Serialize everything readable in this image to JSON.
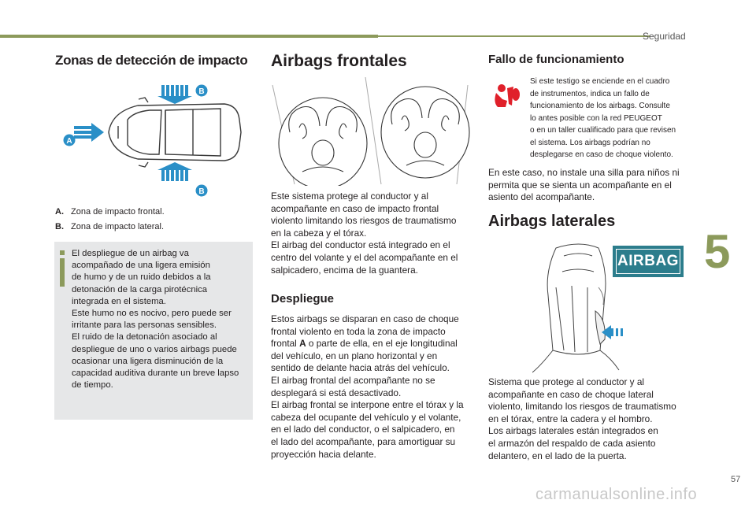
{
  "header": {
    "section": "Seguridad"
  },
  "chapter_number": "5",
  "page_number": "57",
  "watermark": "carmanualsonline.info",
  "col1": {
    "title": "Zonas de detección de impacto",
    "diagram_labels": {
      "a": "A",
      "b_top": "B",
      "b_bottom": "B"
    },
    "legend": [
      {
        "key": "A.",
        "text": "Zona de impacto frontal."
      },
      {
        "key": "B.",
        "text": "Zona de impacto lateral."
      }
    ],
    "note_lines": [
      "El despliegue de un airbag va",
      "acompañado de una ligera emisión",
      "de humo y de un ruido debidos a la",
      "detonación de la carga pirotécnica",
      "integrada en el sistema.",
      "Este humo no es nocivo, pero puede ser",
      "irritante para las personas sensibles.",
      "El ruido de la detonación asociado al",
      "despliegue de uno o varios airbags puede",
      "ocasionar una ligera disminución de la",
      "capacidad auditiva durante un breve lapso",
      "de tiempo."
    ]
  },
  "col2": {
    "title": "Airbags frontales",
    "intro_lines": [
      "Este sistema protege al conductor y al",
      "acompañante en caso de impacto frontal",
      "violento limitando los riesgos de traumatismo",
      "en la cabeza y el tórax.",
      "El airbag del conductor está integrado en el",
      "centro del volante y el del acompañante en el",
      "salpicadero, encima de la guantera."
    ],
    "deploy_title": "Despliegue",
    "deploy_lines": [
      "Estos airbags se disparan en caso de choque",
      "frontal violento en toda la zona de impacto",
      "frontal A o parte de ella, en el eje longitudinal",
      "del vehículo, en un plano horizontal y en",
      "sentido de delante hacia atrás del vehículo.",
      "El airbag frontal del acompañante no se",
      "desplegará si está desactivado.",
      "El airbag frontal se interpone entre el tórax y la",
      "cabeza del ocupante del vehículo y el volante,",
      "en el lado del conductor, o el salpicadero, en",
      "el lado del acompañante, para amortiguar su",
      "proyección hacia delante."
    ]
  },
  "col3": {
    "fault_title": "Fallo de funcionamiento",
    "fault_note_lines": [
      "Si este testigo se enciende en el cuadro",
      "de instrumentos, indica un fallo de",
      "funcionamiento de los airbags. Consulte",
      "lo antes posible con la red PEUGEOT",
      "o en un taller cualificado para que revisen",
      "el sistema. Los airbags podrían no",
      "desplegarse en caso de choque violento."
    ],
    "fault_text_lines": [
      "En este caso, no instale una silla para niños ni",
      "permita que se sienta un acompañante en el",
      "asiento del acompañante."
    ],
    "side_title": "Airbags laterales",
    "airbag_label": "AIRBAG",
    "side_text_lines": [
      "Sistema que protege al conductor y al",
      "acompañante en caso de choque lateral",
      "violento, limitando los riesgos de traumatismo",
      "en el tórax, entre la cadera y el hombro.",
      "Los airbags laterales están integrados en",
      "el armazón del respaldo de cada asiento",
      "delantero, en el lado de la puerta."
    ]
  },
  "colors": {
    "accent": "#8c9a5b",
    "diagram_blue": "#2a8fc7",
    "warning_red": "#e0202a",
    "airbag_teal": "#2c7d8c",
    "note_bg": "#e6e7e8"
  }
}
